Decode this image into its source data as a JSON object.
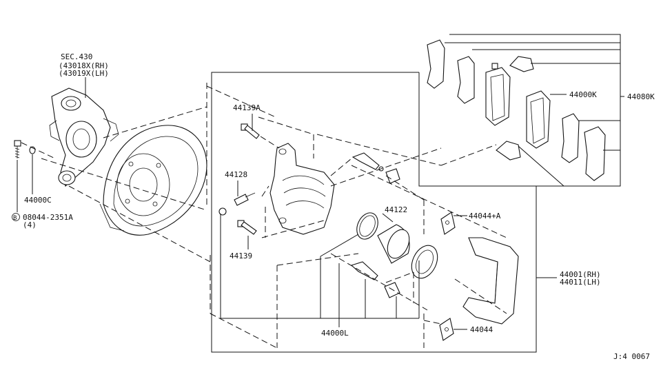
{
  "labels": {
    "sec_ref": "SEC.430",
    "knuckle_rh": "(43018X(RH)",
    "knuckle_lh": "(43019X(LH)",
    "washer": "44000C",
    "bolt_code": "08044-2351A",
    "bolt_circle_letter": "B",
    "bolt_qty": "(4)",
    "slide_pin_a": "44139A",
    "bleeder": "44128",
    "slide_pin": "44139",
    "piston": "44122",
    "seal_kit": "44000L",
    "shim_plate_a": "44044+A",
    "shim_plate": "44044",
    "pad_set": "44000K",
    "pad_kit": "44080K",
    "caliper_rh": "44001(RH)",
    "caliper_lh": "44011(LH)",
    "diagram_code": "J:4 0067"
  }
}
